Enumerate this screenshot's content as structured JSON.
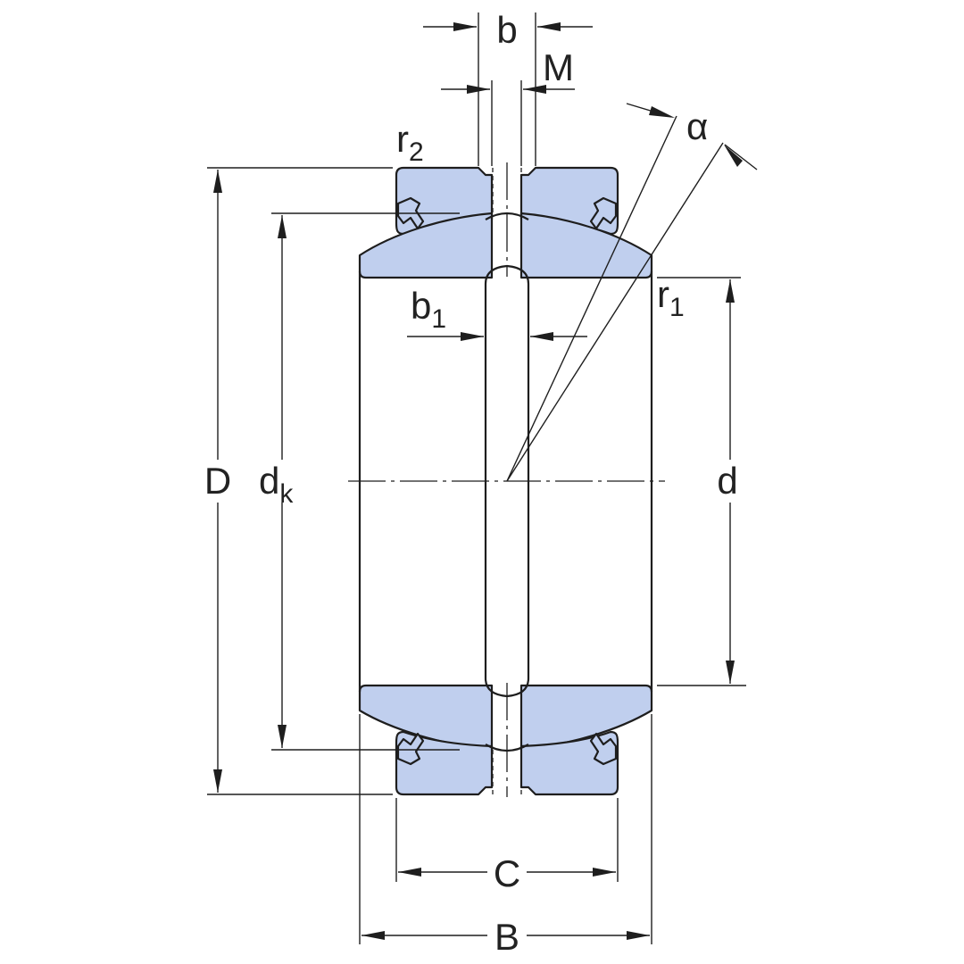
{
  "colors": {
    "fill": "#c0cfee",
    "stroke": "#1e1e1e",
    "text": "#222222",
    "background": "#ffffff"
  },
  "labels": {
    "b": "b",
    "M": "M",
    "alpha": "α",
    "r2": {
      "base": "r",
      "sub": "2"
    },
    "r1": {
      "base": "r",
      "sub": "1"
    },
    "b1": {
      "base": "b",
      "sub": "1"
    },
    "D": "D",
    "dk": {
      "base": "d",
      "sub": "k"
    },
    "d": "d",
    "C": "C",
    "B": "B"
  }
}
